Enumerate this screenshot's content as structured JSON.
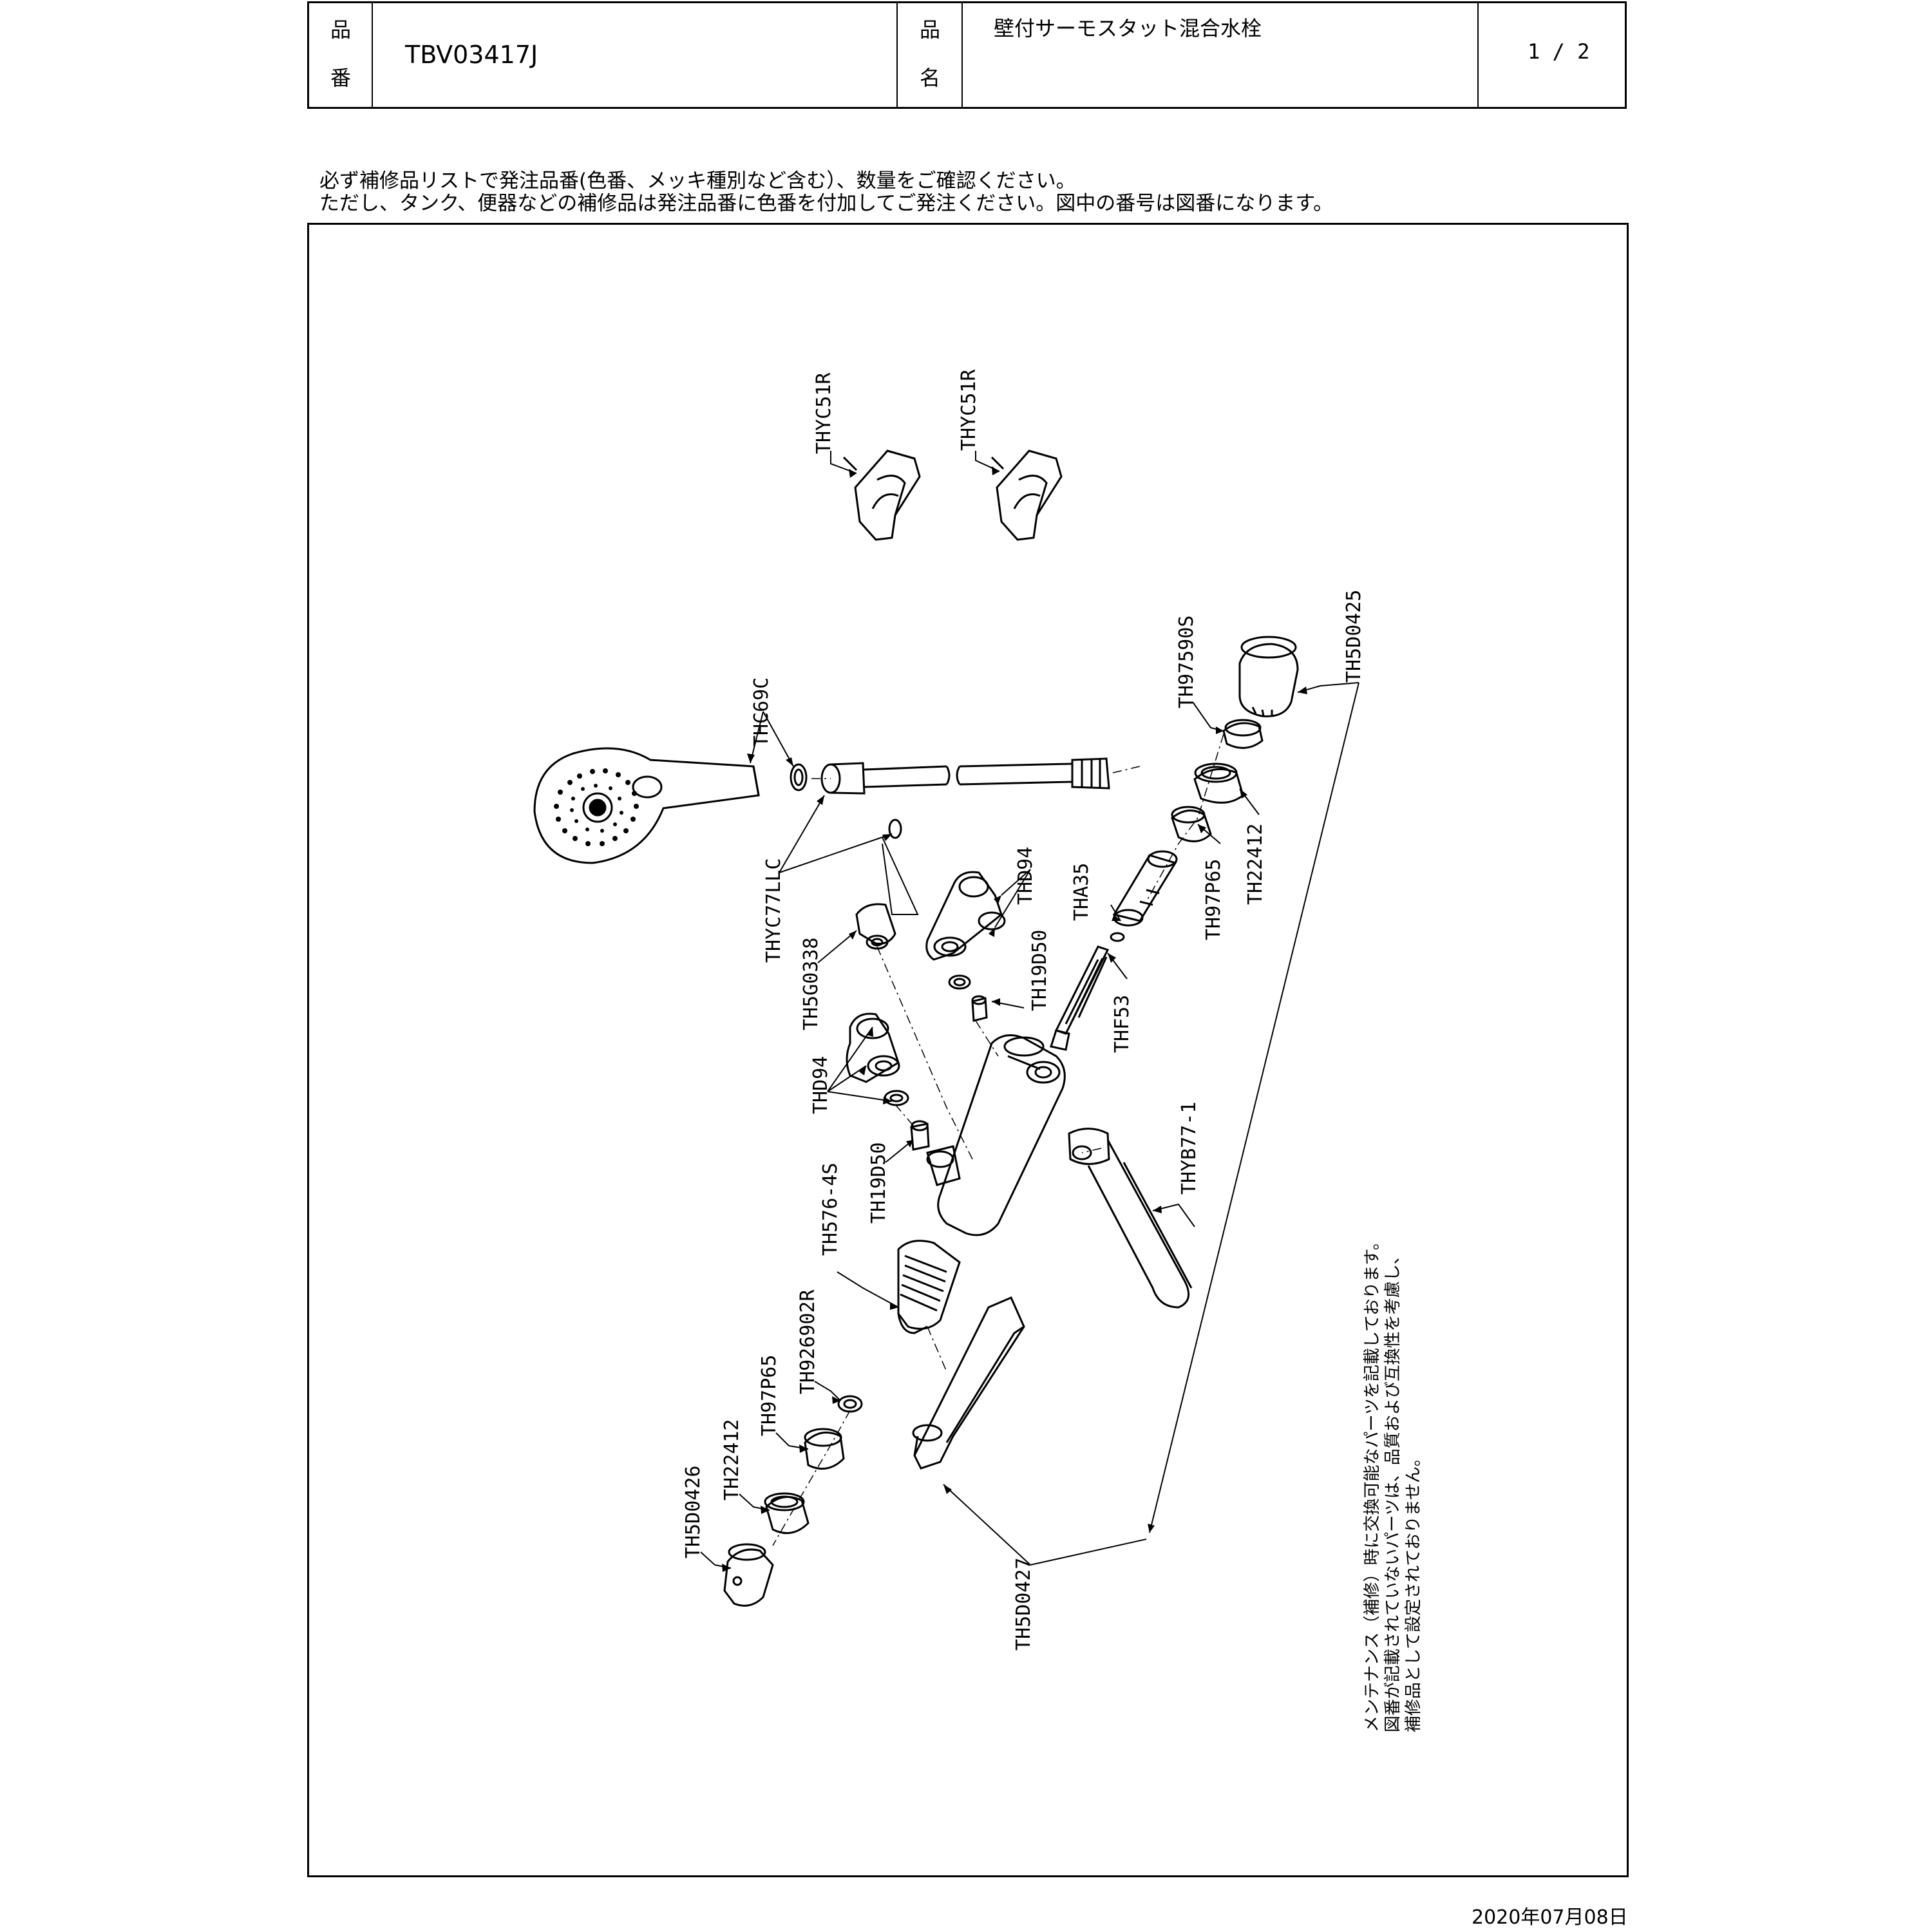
{
  "header": {
    "part_no_label_1": "品",
    "part_no_label_2": "番",
    "part_no": "TBV03417J",
    "name_label_1": "品",
    "name_label_2": "名",
    "name": "壁付サーモスタット混合水栓",
    "page": "1 / 2"
  },
  "notes": {
    "line1": "必ず補修品リストで発注品番(色番、メッキ種別など含む）、数量をご確認ください。",
    "line2": "ただし、タンク、便器などの補修品は発注品番に色番を付加してご発注ください。図中の番号は図番になります。"
  },
  "parts": {
    "thyc51r_a": "THYC51R",
    "thyc51r_b": "THYC51R",
    "thc69c": "THC69C",
    "th97590s": "TH97590S",
    "th5d0425": "TH5D0425",
    "thyc77llc": "THYC77LLC",
    "th5g0338": "TH5G0338",
    "thd94_a": "THD94",
    "th19d50_a": "TH19D50",
    "tha35": "THA35",
    "th97p65_a": "TH97P65",
    "th22412_a": "TH22412",
    "thf53": "THF53",
    "thd94_b": "THD94",
    "th19d50_b": "TH19D50",
    "th576_4s": "TH576-4S",
    "thyb77_1": "THYB77-1",
    "th926902r": "TH926902R",
    "th97p65_b": "TH97P65",
    "th22412_b": "TH22412",
    "th5d0426": "TH5D0426",
    "th5d0427": "TH5D0427"
  },
  "maintenance_note": {
    "line1": "メンテナンス（補修）時に交換可能なパーツを記載しております。",
    "line2": "図番が記載されていないパーツは、品質および互換性を考慮し、",
    "line3": "補修品として設定されておりません。"
  },
  "footer": {
    "date": "2020年07月08日"
  }
}
